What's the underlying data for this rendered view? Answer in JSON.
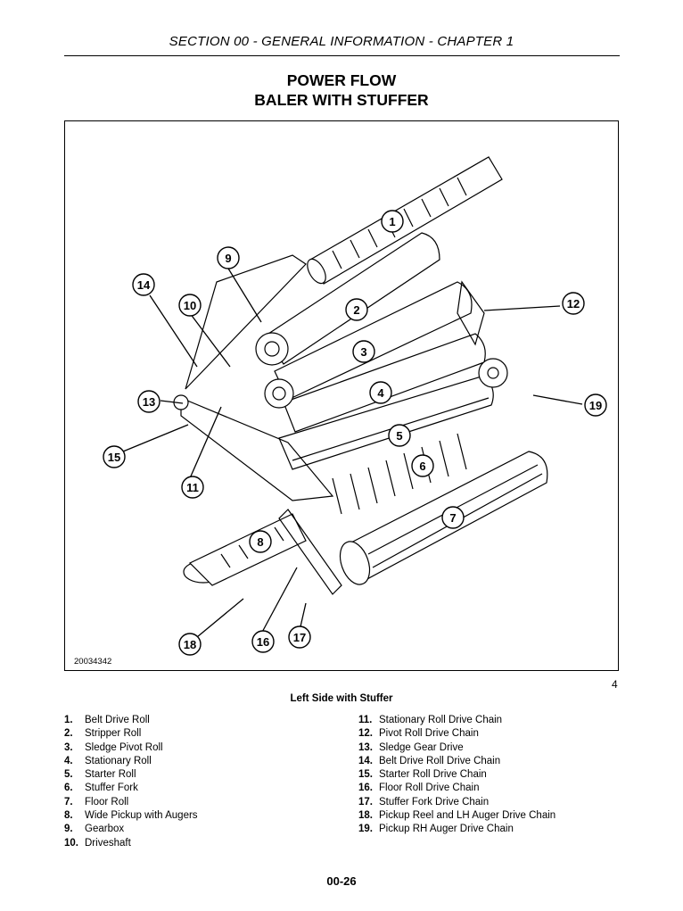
{
  "header": {
    "text": "SECTION 00 - GENERAL INFORMATION - CHAPTER 1"
  },
  "title": {
    "line1": "POWER FLOW",
    "line2": "BALER WITH STUFFER"
  },
  "figure": {
    "code": "20034342",
    "number": "4",
    "caption": "Left Side with Stuffer",
    "callouts": [
      "1",
      "2",
      "3",
      "4",
      "5",
      "6",
      "7",
      "8",
      "9",
      "10",
      "11",
      "12",
      "13",
      "14",
      "15",
      "16",
      "17",
      "18",
      "19"
    ]
  },
  "legend": {
    "left": [
      {
        "num": "1.",
        "text": "Belt Drive Roll"
      },
      {
        "num": "2.",
        "text": "Stripper Roll"
      },
      {
        "num": "3.",
        "text": "Sledge Pivot Roll"
      },
      {
        "num": "4.",
        "text": "Stationary Roll"
      },
      {
        "num": "5.",
        "text": "Starter Roll"
      },
      {
        "num": "6.",
        "text": "Stuffer Fork"
      },
      {
        "num": "7.",
        "text": "Floor Roll"
      },
      {
        "num": "8.",
        "text": "Wide Pickup with Augers"
      },
      {
        "num": "9.",
        "text": "Gearbox"
      },
      {
        "num": "10.",
        "text": "Driveshaft"
      }
    ],
    "right": [
      {
        "num": "11.",
        "text": "Stationary Roll Drive Chain"
      },
      {
        "num": "12.",
        "text": "Pivot Roll Drive Chain"
      },
      {
        "num": "13.",
        "text": "Sledge Gear Drive"
      },
      {
        "num": "14.",
        "text": "Belt Drive Roll Drive Chain"
      },
      {
        "num": "15.",
        "text": "Starter Roll Drive Chain"
      },
      {
        "num": "16.",
        "text": "Floor Roll Drive Chain"
      },
      {
        "num": "17.",
        "text": "Stuffer Fork Drive Chain"
      },
      {
        "num": "18.",
        "text": "Pickup Reel and LH Auger Drive Chain"
      },
      {
        "num": "19.",
        "text": "Pickup RH Auger Drive Chain"
      }
    ]
  },
  "page_number": "00-26"
}
